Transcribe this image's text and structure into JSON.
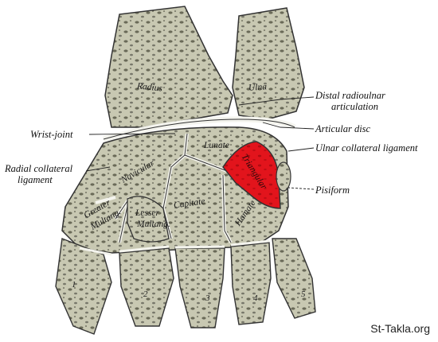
{
  "labels_right": {
    "distal_radioulnar": [
      "Distal radioulnar",
      "articulation"
    ],
    "articular_disc": "Articular disc",
    "ulnar_collateral": "Ulnar collateral ligament",
    "pisiform": "Pisiform"
  },
  "labels_left": {
    "wrist_joint": "Wrist-joint",
    "radial_collateral": [
      "Radial collateral",
      "ligament"
    ]
  },
  "bones": {
    "radius": "Radius",
    "ulna": "Ulna",
    "lunate": "Lunate",
    "navicular": "Navicular",
    "triangular": "Triangular",
    "greater_multangular": [
      "Greater",
      "Multang."
    ],
    "lesser_multangular": [
      "Lesser",
      "Multang."
    ],
    "capitate": "Capitate",
    "hamate": "Hamate"
  },
  "digits": [
    "1",
    "2",
    "3",
    "4",
    "5"
  ],
  "watermark": "St-Takla.org",
  "colors": {
    "bone": "#c9c9b4",
    "highlight": "#e2141c",
    "cartilage": "#f4f4ee",
    "outline": "#333333"
  }
}
